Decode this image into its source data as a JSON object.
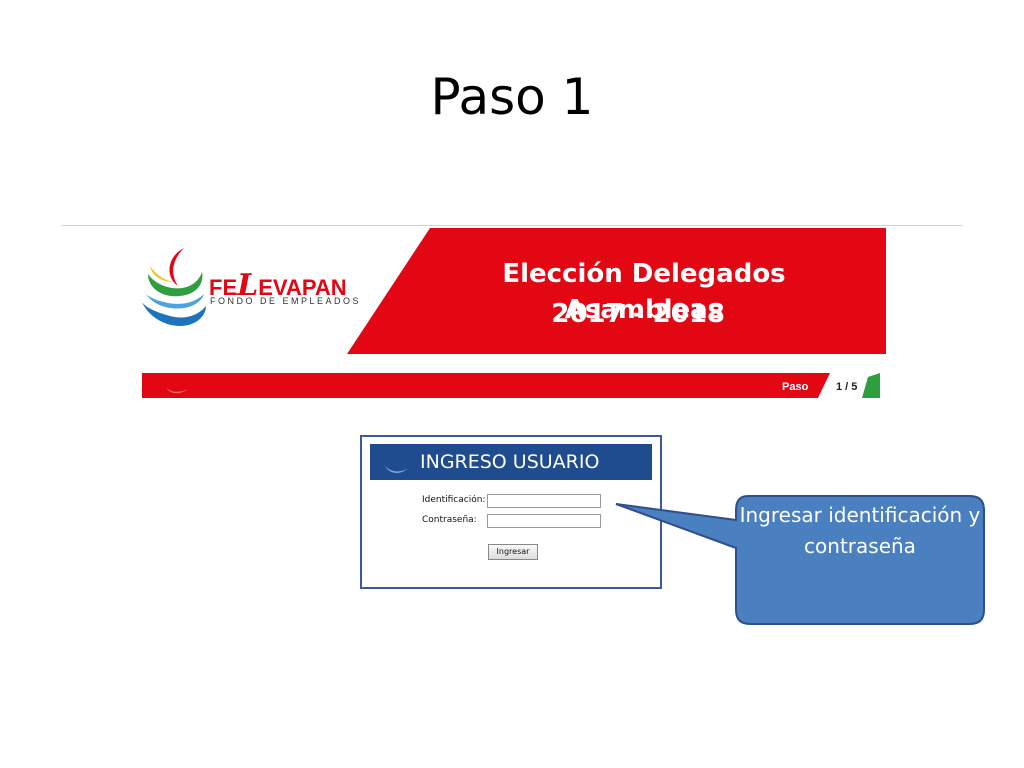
{
  "slide": {
    "title": "Paso 1"
  },
  "banner": {
    "logo_main_pre": "FE",
    "logo_main_l": "L",
    "logo_main_post": "EVAPAN",
    "logo_sub": "FONDO DE EMPLEADOS",
    "title": "Elección Delegados Asambleas",
    "years": "2017 - 2018",
    "colors": {
      "red": "#e30613",
      "green": "#2e9e3e"
    }
  },
  "stepbar": {
    "label": "Paso",
    "count": "1 / 5"
  },
  "login": {
    "header_title": "INGRESO USUARIO",
    "id_label": "Identificación:",
    "password_label": "Contraseña:",
    "id_value": "",
    "password_value": "",
    "submit_label": "Ingresar",
    "colors": {
      "header": "#1f4b8f"
    }
  },
  "callout": {
    "text": "Ingresar identificación y contraseña",
    "colors": {
      "fill": "#4a7fc0",
      "border": "#2f4f8a"
    }
  }
}
